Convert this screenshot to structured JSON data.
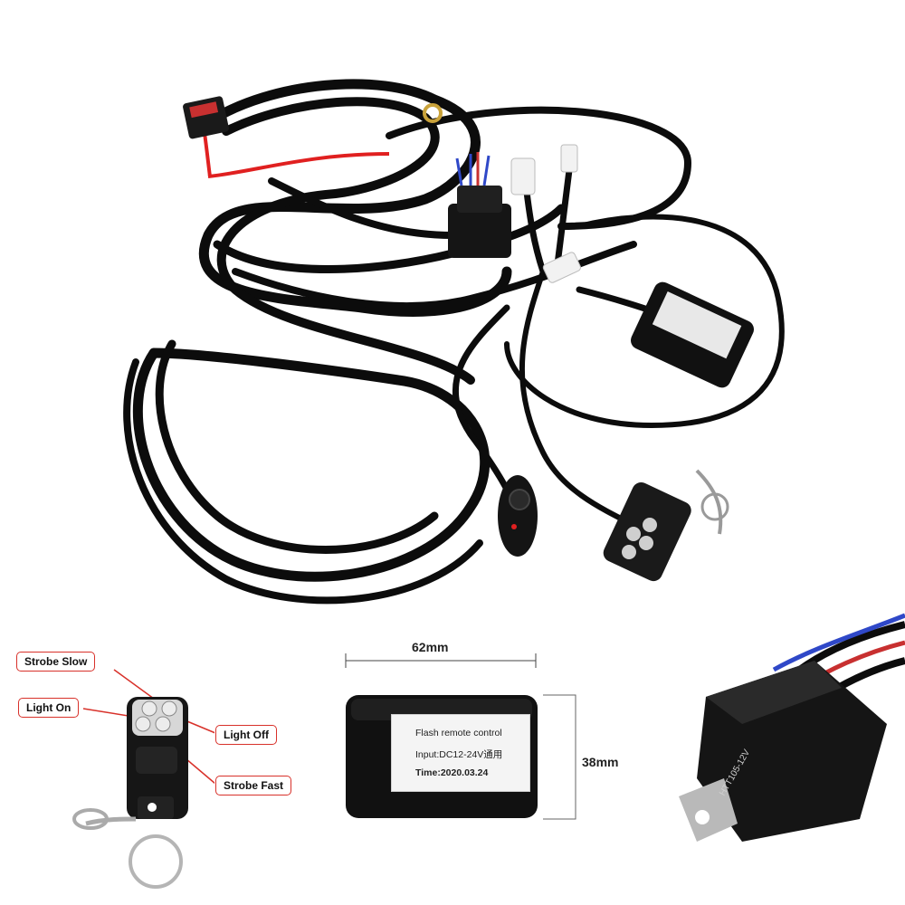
{
  "remote_callouts": {
    "strobe_slow": "Strobe Slow",
    "light_on": "Light On",
    "light_off": "Light Off",
    "strobe_fast": "Strobe Fast"
  },
  "controller_module": {
    "width_label": "62mm",
    "height_label": "38mm",
    "sticker_line1": "Flash remote control",
    "sticker_line2": "Input:DC12-24V通用",
    "sticker_line3": "Time:2020.03.24"
  },
  "colors": {
    "background": "#ffffff",
    "wire": "#0c0c0c",
    "accent_wire": "#e02020",
    "callout_border": "#d8312a"
  }
}
